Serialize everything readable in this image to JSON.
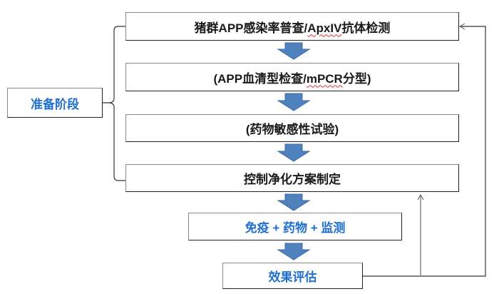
{
  "diagram": {
    "stage_label": "准备阶段",
    "steps": [
      {
        "text_before": "猪群APP感染率普查/",
        "text_marked": "ApxIV",
        "text_after": "抗体检测"
      },
      {
        "text_before": "(APP血清型检查/",
        "text_marked": "mPCR",
        "text_after": "分型)"
      },
      {
        "text_before": "(药物敏感性试验)",
        "text_marked": "",
        "text_after": ""
      },
      {
        "text_before": "控制净化方案制定",
        "text_marked": "",
        "text_after": ""
      }
    ],
    "action_step": "免疫 + 药物 + 监测",
    "evaluation_step": "效果评估",
    "icons": {
      "flow_arrow": "down-block-arrow",
      "feedback_arrow": "open-arrowhead",
      "bracket": "left-curly-bracket"
    },
    "colors": {
      "arrow_fill": "#4f81bd",
      "arrow_stroke": "#3a6aa5",
      "blue_text": "#1f6fd0",
      "dark_text": "#1a1a1a",
      "spell_underline": "#e03030"
    }
  }
}
